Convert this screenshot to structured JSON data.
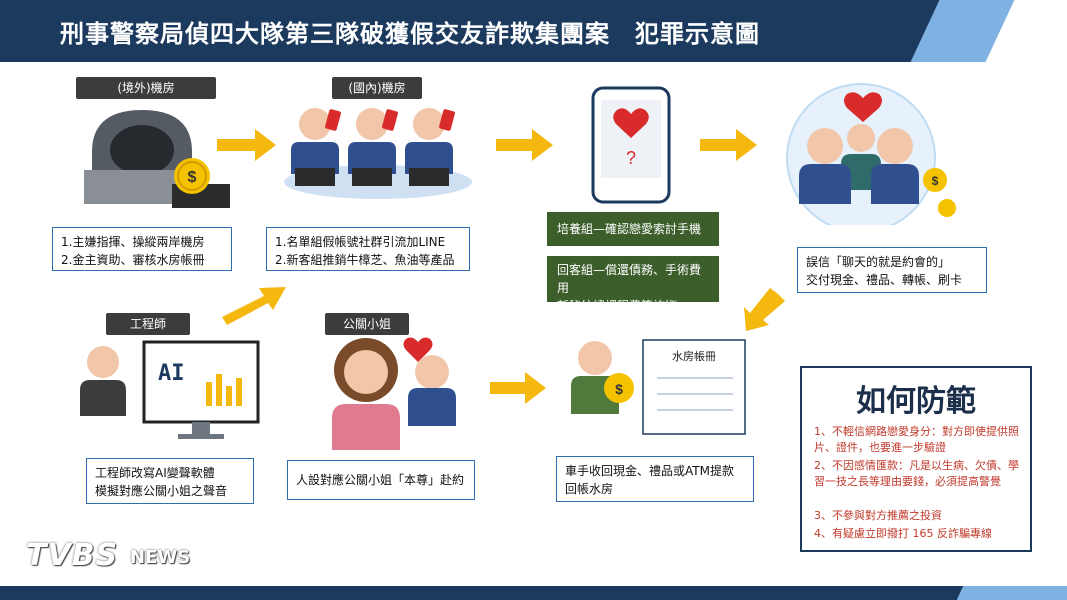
{
  "header": {
    "title": "刑事警察局偵四大隊第三隊破獲假交友詐欺集團案　犯罪示意圖"
  },
  "nodes": {
    "overseas": {
      "tag": "(境外)機房",
      "lines": [
        "1.主嫌指揮、操縱兩岸機房",
        "2.金主資助、審核水房帳冊"
      ]
    },
    "domestic": {
      "tag": "(國內)機房",
      "lines": [
        "1.名單組假帳號社群引流加LINE",
        "2.新客組推銷牛樟芝、魚油等產品"
      ]
    },
    "cultivate": {
      "text": "培養組—確認戀愛索討手機"
    },
    "return_group": {
      "lines": [
        "回客組—償還債務、手術費用",
        "新秘紋繡課程費等詐術"
      ]
    },
    "victim": {
      "lines": [
        "誤信「聊天的就是約會的」",
        "交付現金、禮品、轉帳、刷卡"
      ]
    },
    "engineer": {
      "tag": "工程師",
      "screen_text": "AI",
      "lines": [
        "工程師改寫AI變聲軟體",
        "模擬對應公關小姐之聲音"
      ]
    },
    "pr_lady": {
      "tag": "公關小姐",
      "text": "人設對應公關小姐「本尊」赴約"
    },
    "ledger": {
      "title": "水房帳冊",
      "lines": [
        "車手收回現金、禮品或ATM提款",
        "回帳水房"
      ]
    },
    "phone": {
      "question_mark": "?"
    },
    "coin_symbol": "$"
  },
  "prevention": {
    "title": "如何防範",
    "items": [
      "1、不輕信網路戀愛身分：對方即使提供照片、證件，也要進一步驗證",
      "2、不因感情匯款：凡是以生病、欠債、學習一技之長等理由要錢，必須提高警覺",
      "3、不參與對方推薦之投資",
      "4、有疑慮立即撥打 165 反詐騙專線"
    ]
  },
  "watermark": {
    "brand": "TVBS",
    "sub": "NEWS"
  },
  "colors": {
    "navy": "#1b3a5e",
    "accent": "#7fb2e3",
    "arrow": "#f5b80f",
    "green": "#3b5e2b",
    "box_border": "#2f6fb0",
    "warning": "#c0392b"
  }
}
